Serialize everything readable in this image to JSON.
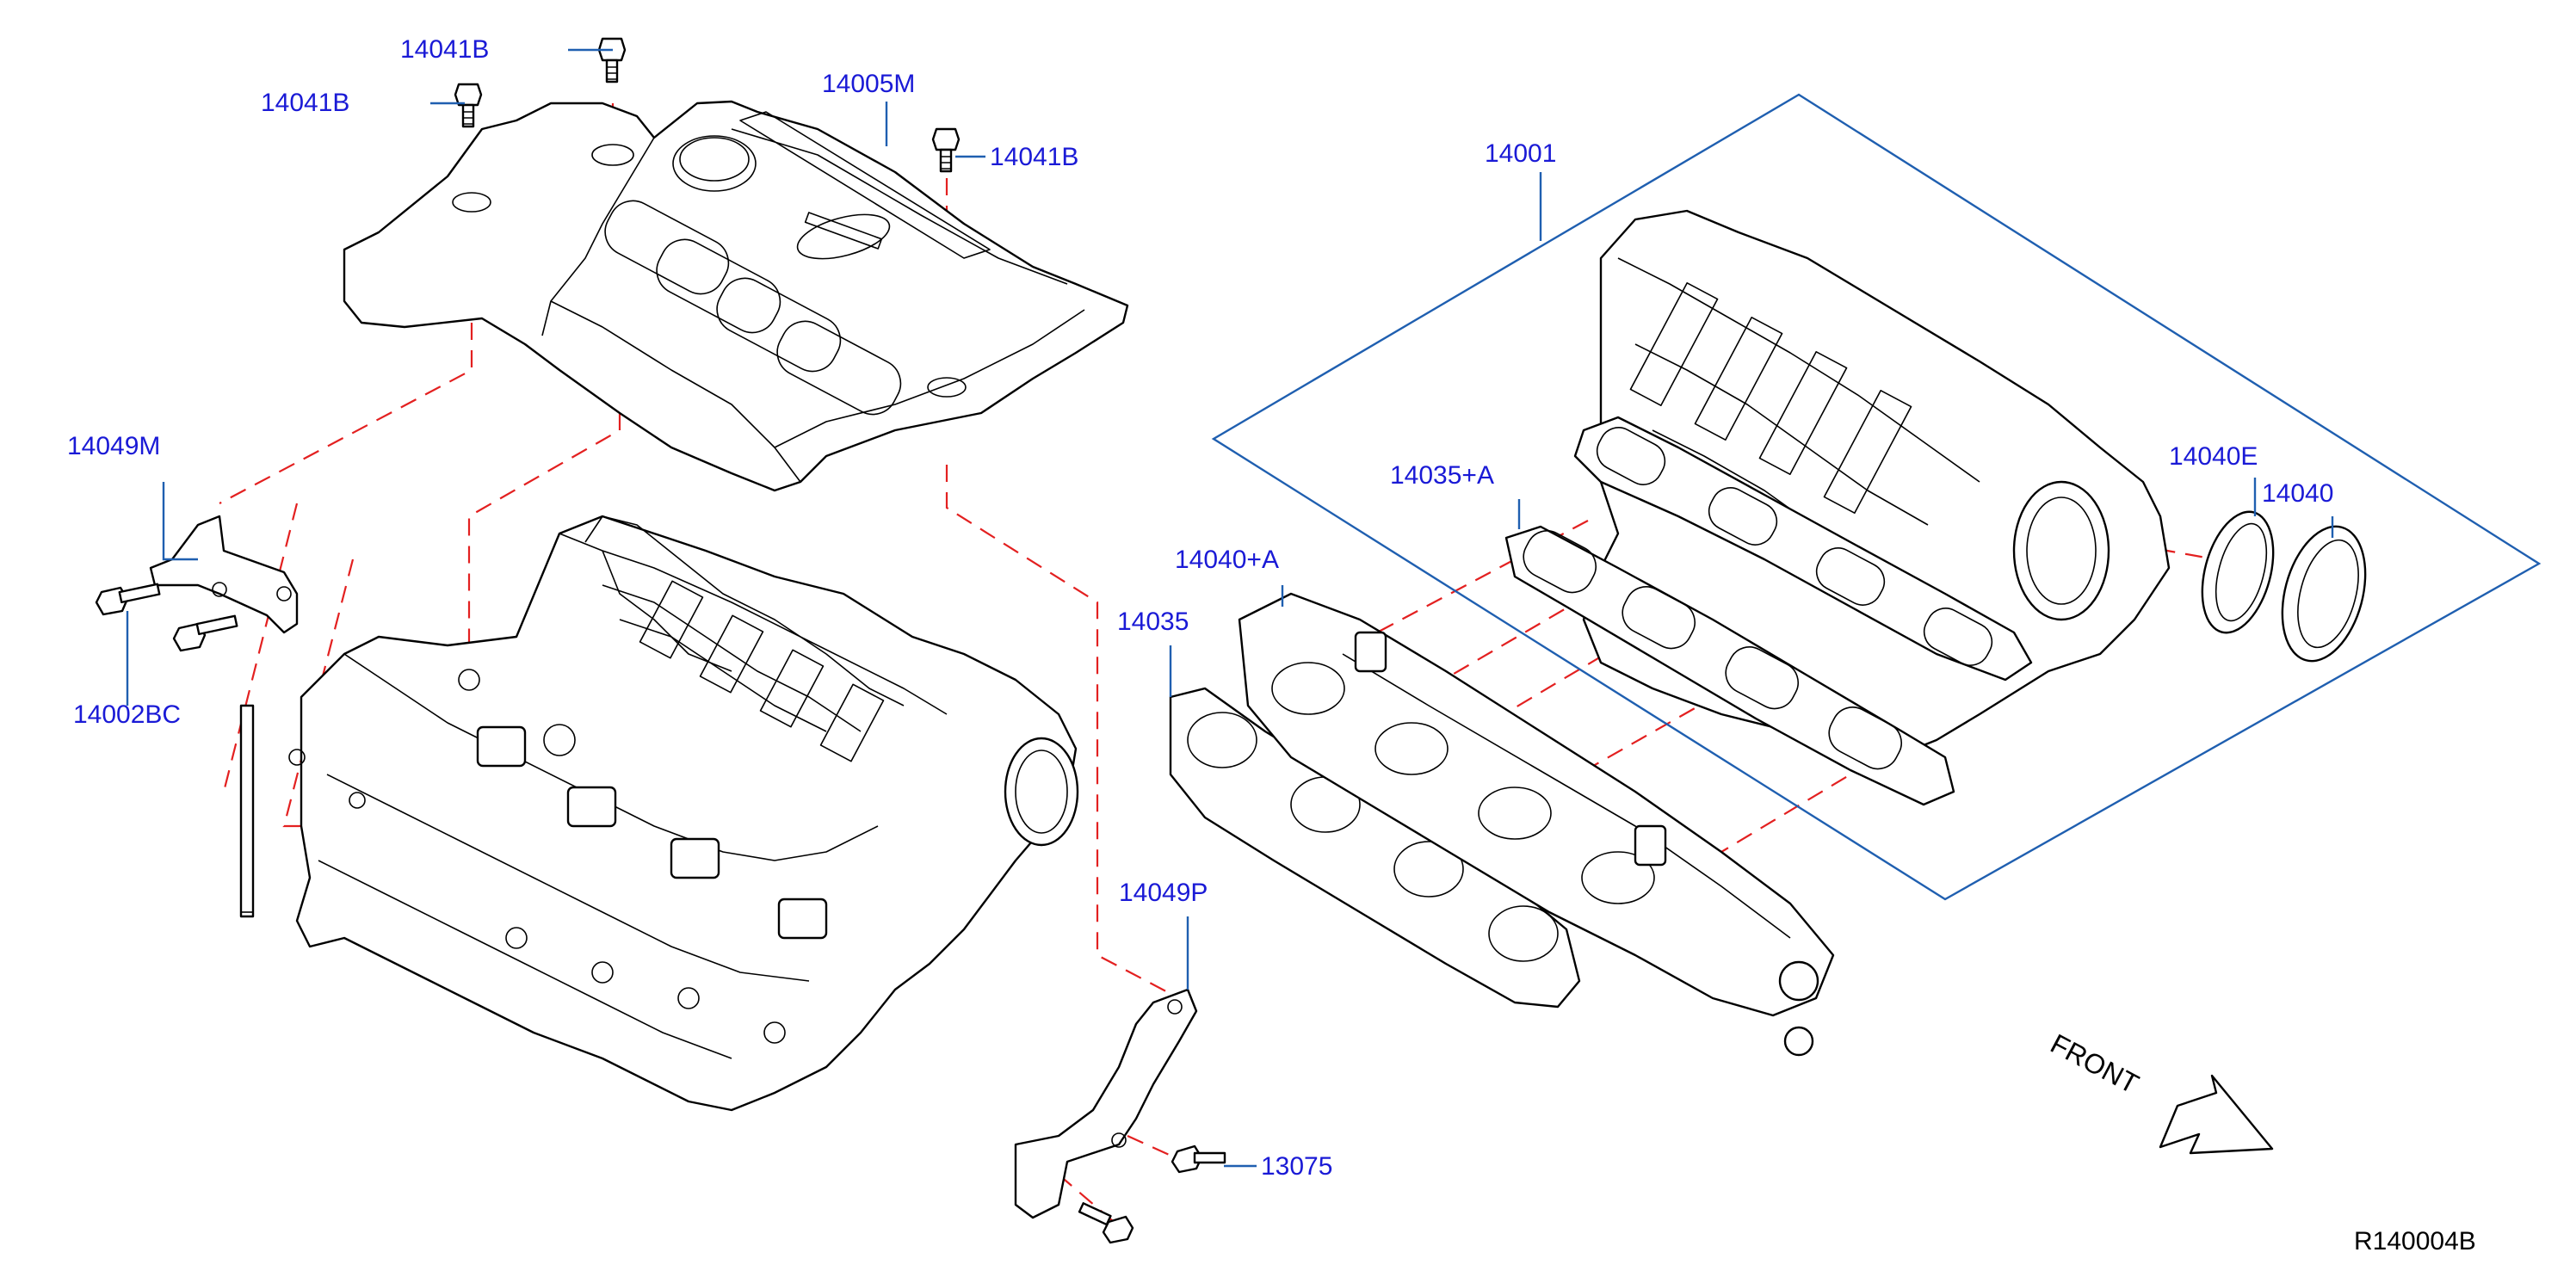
{
  "diagram": {
    "reference_code": "R140004B",
    "front_indicator": "FRONT",
    "part_labels": {
      "p14041B_a": "14041B",
      "p14041B_b": "14041B",
      "p14041B_c": "14041B",
      "p14005M": "14005M",
      "p14001": "14001",
      "p14049M": "14049M",
      "p14002BC": "14002BC",
      "p14035A": "14035+A",
      "p14040E": "14040E",
      "p14040": "14040",
      "p14040A": "14040+A",
      "p14035": "14035",
      "p14049P": "14049P",
      "p13075": "13075"
    },
    "colors": {
      "label": "#1a1ad6",
      "leader_line": "#1f5fb0",
      "center_line": "#e32020",
      "drawing": "#000000"
    }
  }
}
